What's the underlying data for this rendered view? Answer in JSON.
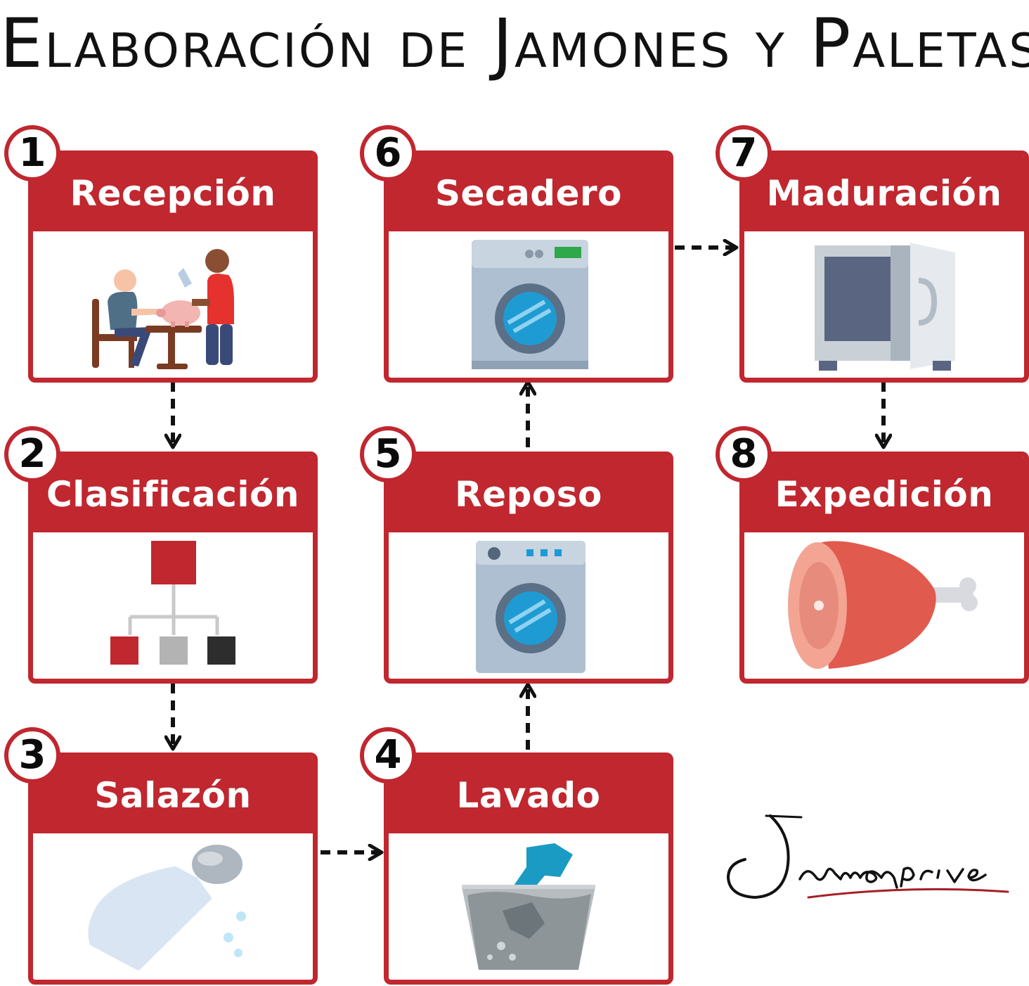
{
  "title": "Elaboración de Jamones y Paletas",
  "colors": {
    "accent": "#c0272f",
    "arrow": "#111111",
    "background": "#ffffff"
  },
  "steps": [
    {
      "number": "1",
      "label": "Recepción",
      "icon": "reception-icon"
    },
    {
      "number": "2",
      "label": "Clasificación",
      "icon": "hierarchy-icon"
    },
    {
      "number": "3",
      "label": "Salazón",
      "icon": "salt-shaker-icon"
    },
    {
      "number": "4",
      "label": "Lavado",
      "icon": "washing-bucket-icon"
    },
    {
      "number": "5",
      "label": "Reposo",
      "icon": "washing-machine-icon"
    },
    {
      "number": "6",
      "label": "Secadero",
      "icon": "dryer-machine-icon"
    },
    {
      "number": "7",
      "label": "Maduración",
      "icon": "curing-chamber-icon"
    },
    {
      "number": "8",
      "label": "Expedición",
      "icon": "ham-icon"
    }
  ],
  "flow": [
    [
      "1",
      "2"
    ],
    [
      "2",
      "3"
    ],
    [
      "3",
      "4"
    ],
    [
      "4",
      "5"
    ],
    [
      "5",
      "6"
    ],
    [
      "6",
      "7"
    ],
    [
      "7",
      "8"
    ]
  ],
  "brand": "Jamonprive"
}
